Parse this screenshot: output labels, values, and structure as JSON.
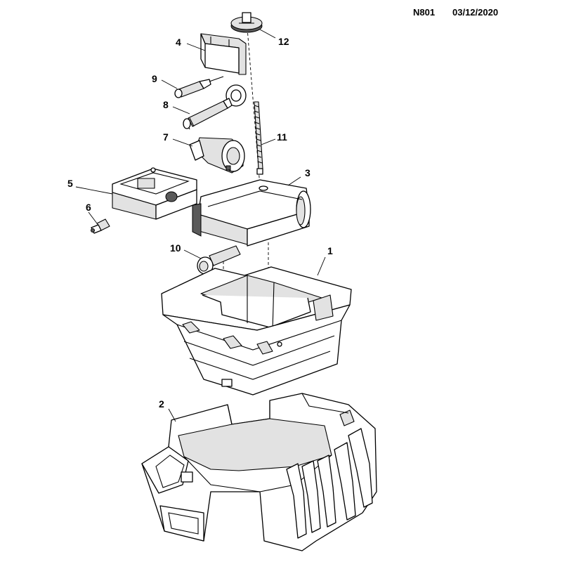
{
  "header": {
    "code": "N801",
    "date": "03/12/2020"
  },
  "callouts": {
    "c1": "1",
    "c2": "2",
    "c3": "3",
    "c4": "4",
    "c5": "5",
    "c6": "6",
    "c7": "7",
    "c8": "8",
    "c9": "9",
    "c10": "10",
    "c11": "11",
    "c12": "12"
  }
}
